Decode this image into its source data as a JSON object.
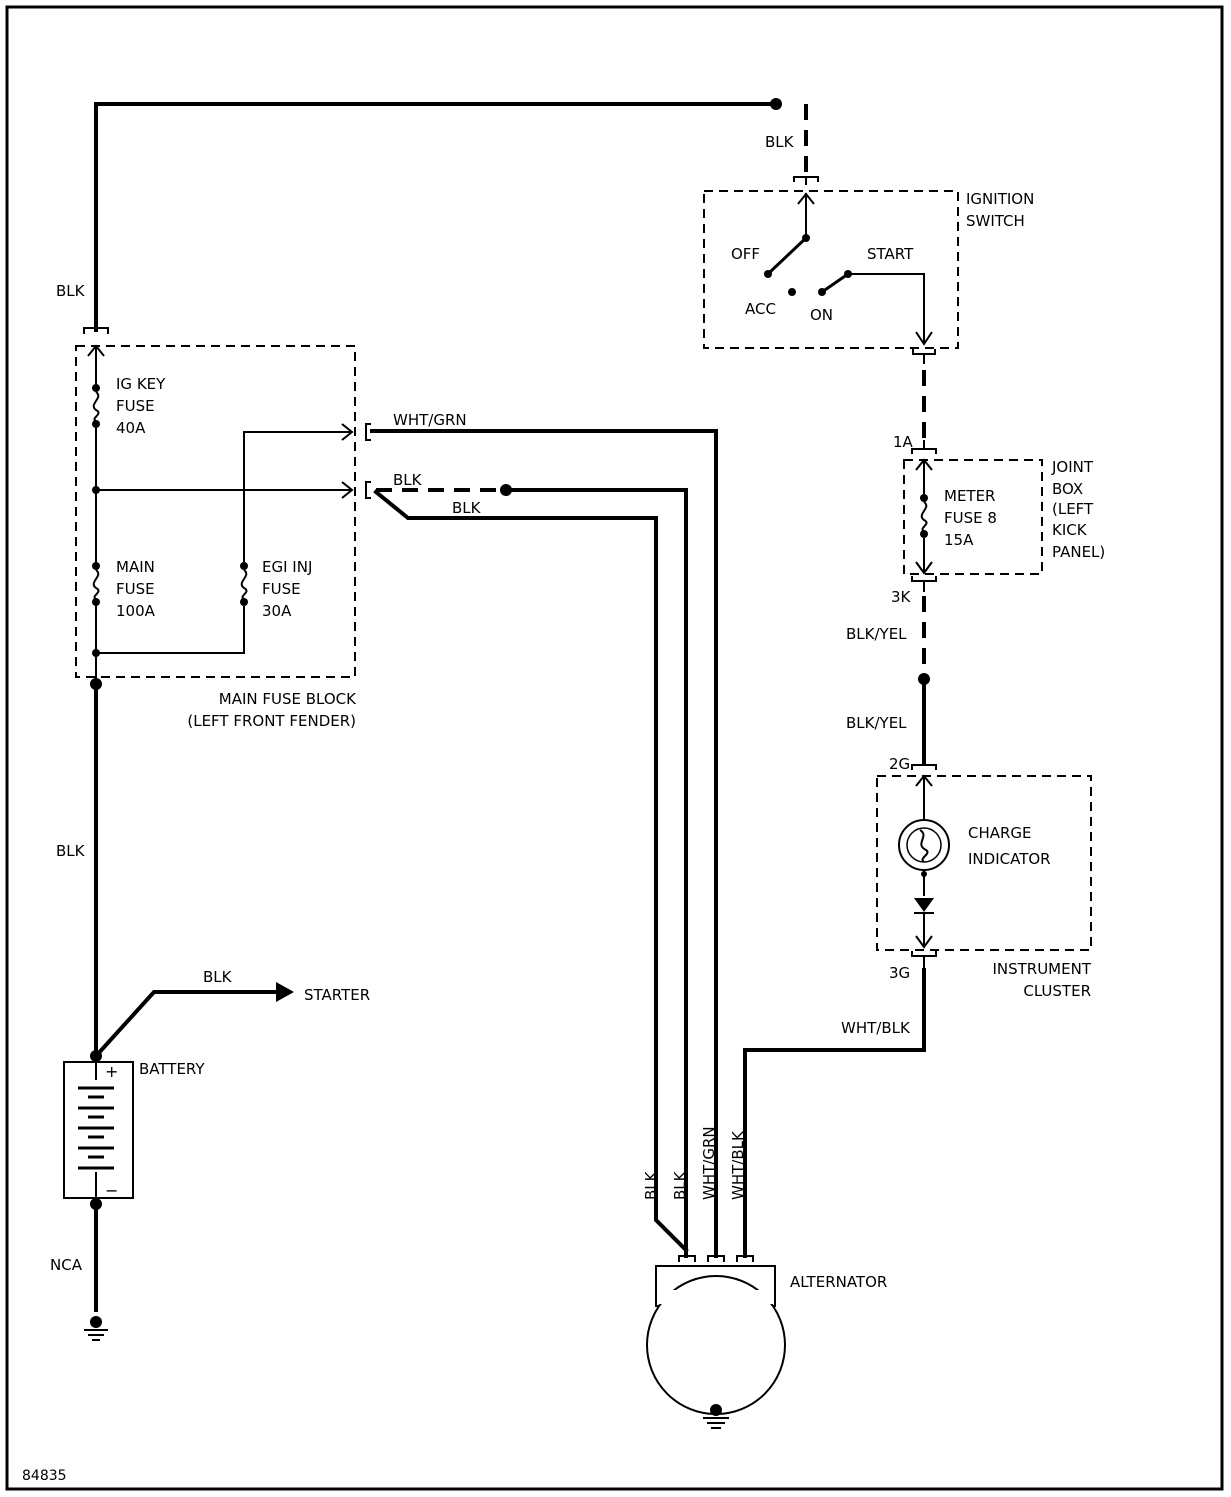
{
  "figure_id": "84835",
  "wires": {
    "blk_top_left": "BLK",
    "blk_ignition_feed": "BLK",
    "wht_grn": "WHT/GRN",
    "blk_upper": "BLK",
    "blk_lower": "BLK",
    "blk_mid_left": "BLK",
    "blk_starter": "BLK",
    "blk_yel_upper": "BLK/YEL",
    "blk_yel_lower": "BLK/YEL",
    "wht_blk": "WHT/BLK",
    "nca": "NCA",
    "vert_blk_1": "BLK",
    "vert_blk_2": "BLK",
    "vert_wht_grn": "WHT/GRN",
    "vert_wht_blk": "WHT/BLK"
  },
  "ignition_switch": {
    "label_line1": "IGNITION",
    "label_line2": "SWITCH",
    "off": "OFF",
    "acc": "ACC",
    "on": "ON",
    "start": "START"
  },
  "main_fuse_block": {
    "label_line1": "MAIN FUSE BLOCK",
    "label_line2": "(LEFT FRONT FENDER)",
    "ig_key_fuse": [
      "IG KEY",
      "FUSE",
      "40A"
    ],
    "main_fuse": [
      "MAIN",
      "FUSE",
      "100A"
    ],
    "egi_inj_fuse": [
      "EGI INJ",
      "FUSE",
      "30A"
    ]
  },
  "joint_box": {
    "label": [
      "JOINT",
      "BOX",
      "(LEFT",
      "KICK",
      "PANEL)"
    ],
    "meter_fuse": [
      "METER",
      "FUSE 8",
      "15A"
    ],
    "pin_in": "1A",
    "pin_out": "3K"
  },
  "instrument_cluster": {
    "label_line1": "INSTRUMENT",
    "label_line2": "CLUSTER",
    "charge_indicator": [
      "CHARGE",
      "INDICATOR"
    ],
    "pin_in": "2G",
    "pin_out": "3G"
  },
  "starter": "STARTER",
  "battery": {
    "label": "BATTERY",
    "plus": "+",
    "minus": "−"
  },
  "alternator": "ALTERNATOR"
}
